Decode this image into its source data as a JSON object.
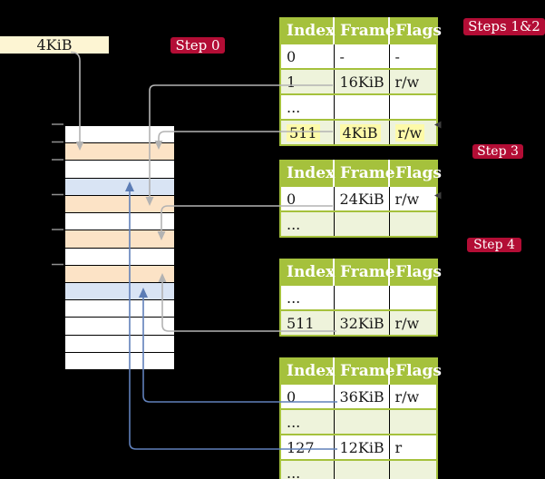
{
  "labels": {
    "frame_box": "4KiB"
  },
  "badges": {
    "step0": "Step 0",
    "steps12": "Steps 1&2",
    "step3": "Step 3",
    "step4": "Step 4"
  },
  "memory": {
    "row_types": [
      "free",
      "page-table",
      "free",
      "mapped-page",
      "page-table",
      "free",
      "page-table",
      "free",
      "page-table",
      "mapped-page",
      "free",
      "free",
      "free",
      "free"
    ]
  },
  "tables": [
    {
      "name": "level-4-table",
      "headers": [
        "Index",
        "Frame",
        "Flags"
      ],
      "rows": [
        {
          "cells": [
            "0",
            "-",
            "-"
          ]
        },
        {
          "cells": [
            "1",
            "16KiB",
            "r/w"
          ]
        },
        {
          "cells": [
            "...",
            "",
            ""
          ]
        },
        {
          "cells": [
            "511",
            "4KiB",
            "r/w"
          ]
        }
      ]
    },
    {
      "name": "level-3-table",
      "headers": [
        "Index",
        "Frame",
        "Flags"
      ],
      "rows": [
        {
          "cells": [
            "0",
            "24KiB",
            "r/w"
          ]
        },
        {
          "cells": [
            "...",
            "",
            ""
          ]
        }
      ]
    },
    {
      "name": "level-2-table",
      "headers": [
        "Index",
        "Frame",
        "Flags"
      ],
      "rows": [
        {
          "cells": [
            "...",
            "",
            ""
          ]
        },
        {
          "cells": [
            "511",
            "32KiB",
            "r/w"
          ]
        }
      ]
    },
    {
      "name": "level-1-table",
      "headers": [
        "Index",
        "Frame",
        "Flags"
      ],
      "rows": [
        {
          "cells": [
            "0",
            "36KiB",
            "r/w"
          ]
        },
        {
          "cells": [
            "...",
            "",
            ""
          ]
        },
        {
          "cells": [
            "127",
            "12KiB",
            "r"
          ]
        },
        {
          "cells": [
            "...",
            "",
            ""
          ]
        }
      ]
    }
  ],
  "colors": {
    "badge_red": "#b30d35",
    "table_green": "#a5c13c",
    "row_green_tint": "#eef3db",
    "frame_orange": "#fce3c6",
    "frame_blue": "#d9e4f4",
    "label_cream": "#fdf5d3",
    "highlight_yellow": "#fdfaa9",
    "gray_arrow": "#b3b3b3",
    "blue_arrow": "#6080ba"
  }
}
